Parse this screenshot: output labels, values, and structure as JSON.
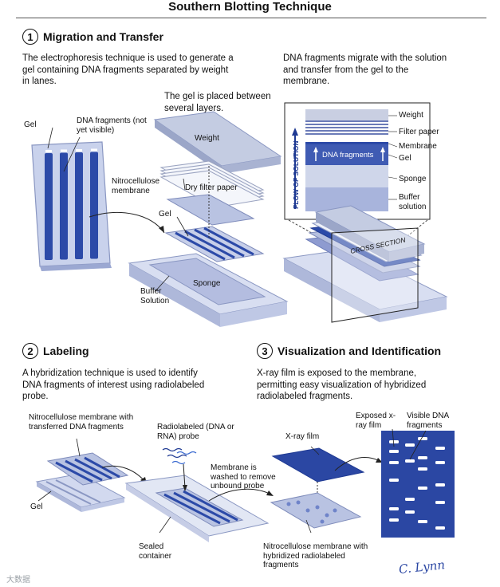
{
  "title": "Southern Blotting Technique",
  "steps": [
    {
      "number": "1",
      "heading": "Migration and Transfer"
    },
    {
      "number": "2",
      "heading": "Labeling"
    },
    {
      "number": "3",
      "heading": "Visualization and Identification"
    }
  ],
  "text": {
    "intro1": "The electrophoresis technique is used to generate a gel containing DNA fragments separated by weight in lanes.",
    "intro1b": "DNA fragments migrate with the solution and transfer from the gel to the membrane.",
    "layers_note": "The gel is placed between several layers.",
    "intro2": "A hybridization technique is used to identify DNA fragments of interest using radiolabeled probe.",
    "intro3": "X-ray film is exposed to the membrane, permitting easy visualization of hybridized radiolabeled fragments."
  },
  "labels": {
    "gel": "Gel",
    "dna_fragments_not_visible": "DNA fragments (not yet visible)",
    "weight": "Weight",
    "dry_filter_paper": "Dry filter paper",
    "nitrocellulose_membrane": "Nitrocellulose membrane",
    "gel2": "Gel",
    "sponge": "Sponge",
    "buffer_solution": "Buffer Solution",
    "cs_weight": "Weight",
    "cs_filter_paper": "Filter paper",
    "cs_membrane": "Membrane",
    "cs_gel": "Gel",
    "cs_dna_fragments": "DNA fragments",
    "cs_sponge": "Sponge",
    "cs_buffer": "Buffer solution",
    "flow_of_solution": "FLOW OF SOLUTION",
    "cross_section": "CROSS SECTION",
    "membrane_with_fragments": "Nitrocellulose membrane with transferred DNA fragments",
    "gel3": "Gel",
    "radiolabeled_probe": "Radiolabeled (DNA or RNA) probe",
    "membrane_washed": "Membrane is washed to remove unbound probe",
    "sealed_container": "Sealed container",
    "xray_film": "X-ray film",
    "hybridized_membrane": "Nitrocellulose membrane with hybridized radiolabeled fragments",
    "exposed_film": "Exposed x-ray film",
    "visible_fragments": "Visible DNA fragments"
  },
  "signature": "C. Lynn",
  "watermark": "大数据",
  "colors": {
    "navy": "#1f3a93",
    "lane": "#2c4aa8",
    "plate": "#c9d2ec",
    "plate_edge": "#8a97c2",
    "film": "#2b47a3",
    "paper": "#f4f6fb"
  }
}
